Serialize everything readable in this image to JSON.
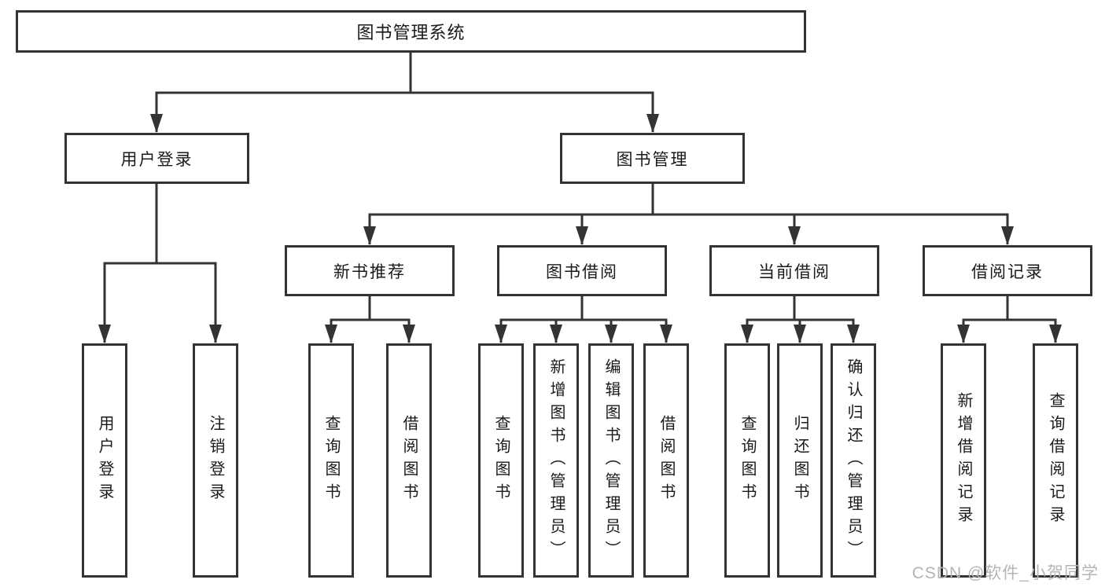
{
  "tree": {
    "label": "图书管理系统",
    "children": [
      {
        "label": "用户登录",
        "children": [
          {
            "label": "用户登录"
          },
          {
            "label": "注销登录"
          }
        ]
      },
      {
        "label": "图书管理",
        "children": [
          {
            "label": "新书推荐",
            "children": [
              {
                "label": "查询图书"
              },
              {
                "label": "借阅图书"
              }
            ]
          },
          {
            "label": "图书借阅",
            "children": [
              {
                "label": "查询图书"
              },
              {
                "label": "新增图书（管理员）"
              },
              {
                "label": "编辑图书（管理员）"
              },
              {
                "label": "借阅图书"
              }
            ]
          },
          {
            "label": "当前借阅",
            "children": [
              {
                "label": "查询图书"
              },
              {
                "label": "归还图书"
              },
              {
                "label": "确认归还（管理员）"
              }
            ]
          },
          {
            "label": "借阅记录",
            "children": [
              {
                "label": "新增借阅记录"
              },
              {
                "label": "查询借阅记录"
              }
            ]
          }
        ]
      }
    ]
  },
  "watermark": {
    "text": "CSDN @软件_小贺同学"
  },
  "colors": {
    "line": "#333333",
    "border": "#333333",
    "text": "#1a1a1a",
    "watermark": "#b5b5b5",
    "bg": "#ffffff"
  }
}
